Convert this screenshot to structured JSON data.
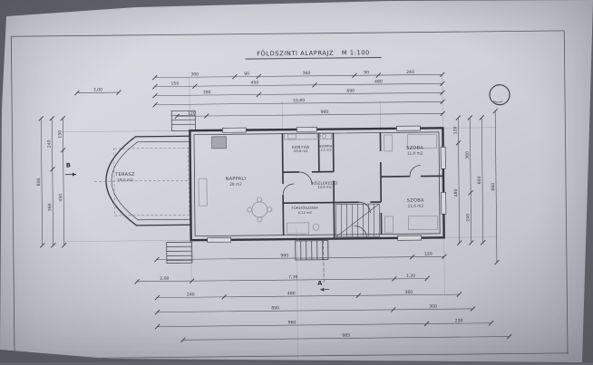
{
  "title": "FÖLDSZINTI ALAPRAJZ",
  "scale": "M 1:100",
  "markers": {
    "section_b": "B",
    "section_a": "A"
  },
  "rooms": [
    {
      "name": "TERASZ",
      "area": "18,6 m2"
    },
    {
      "name": "NAPPALI",
      "area": "28 m2"
    },
    {
      "name": "KONYHA",
      "area": "10,6 m2"
    },
    {
      "name": "KAMRA",
      "area": "2,5 m2"
    },
    {
      "name": "SZOBA",
      "area": "11,8 m2"
    },
    {
      "name": "SZOBA",
      "area": "11,6 m2"
    },
    {
      "name": "KÖZLEKEDŐ",
      "area": "12,6 m2"
    },
    {
      "name": "FÜRDŐSZOBA",
      "area": "6,12 m2"
    }
  ],
  "dim_chains": {
    "tl": [
      "3,00"
    ],
    "t1": [
      "300",
      "90",
      "360",
      "90",
      "240"
    ],
    "t2": [
      "150",
      "450",
      "480"
    ],
    "t3": [
      "390",
      "690"
    ],
    "t4": [
      "10,80"
    ],
    "t5": [
      "120",
      "960"
    ],
    "b1": [
      "960",
      "120"
    ],
    "b2": [
      "2,00",
      "7,38",
      "1,20"
    ],
    "b3": [
      "240",
      "480",
      "360"
    ],
    "b4": [
      "890",
      "300"
    ],
    "b5": [
      "960",
      "230"
    ],
    "b6": [
      "985"
    ],
    "l1": [
      "600"
    ],
    "l2": [
      "240",
      "360"
    ],
    "l3": [
      "150",
      "450"
    ],
    "r1": [
      "120",
      "480"
    ],
    "r2": [
      "360",
      "240"
    ],
    "r3": [
      "600"
    ],
    "r4": [
      "660"
    ]
  }
}
